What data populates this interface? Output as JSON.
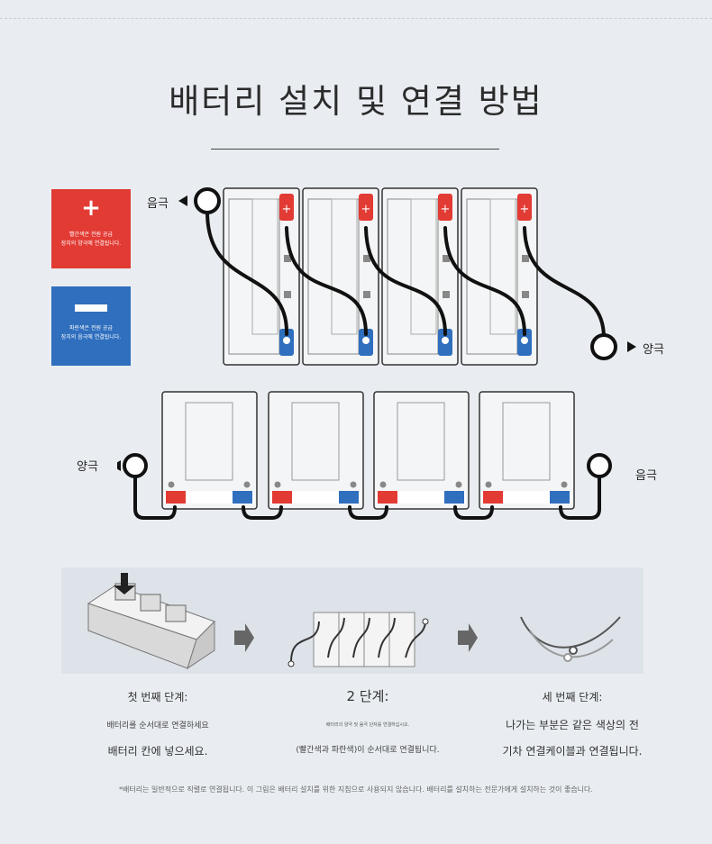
{
  "title": "배터리 설치 및 연결 방법",
  "legend": {
    "positive_symbol": "+",
    "positive_line1": "빨간색은 전원 공급",
    "positive_line2": "장치의 양극에 연결됩니다.",
    "negative_line1": "파란색은 전원 공급",
    "negative_line2": "장치의 음극에 연결됩니다."
  },
  "series_diagram": {
    "left_terminal": "음극",
    "right_terminal": "양극",
    "battery_count": 4
  },
  "row_diagram": {
    "left_terminal": "양극",
    "right_terminal": "음극",
    "battery_count": 4
  },
  "steps": [
    {
      "title": "첫 번째 단계:",
      "line1": "배터리를 순서대로 연결하세요",
      "line2": "배터리 칸에 넣으세요."
    },
    {
      "title": "2 단계:",
      "line1": "배터리의 양극 및 음극 단자를 연결하십시오.",
      "line2": "(빨간색과 파란색)이 순서대로 연결됩니다."
    },
    {
      "title": "세 번째 단계:",
      "line1": "나가는 부분은 같은 색상의 전",
      "line2": "기차 연결케이블과 연결됩니다."
    }
  ],
  "footnote": "*배터리는 일반적으로 직렬로 연결됩니다. 이 그림은 배터리 설치를 위한 지침으로 사용되지 않습니다. 배터리를 설치하는 전문가에게 설치하는 것이 좋습니다.",
  "colors": {
    "positive": "#e23b34",
    "negative": "#2f6fbe",
    "cable": "#111111",
    "background": "#e9edf1"
  }
}
